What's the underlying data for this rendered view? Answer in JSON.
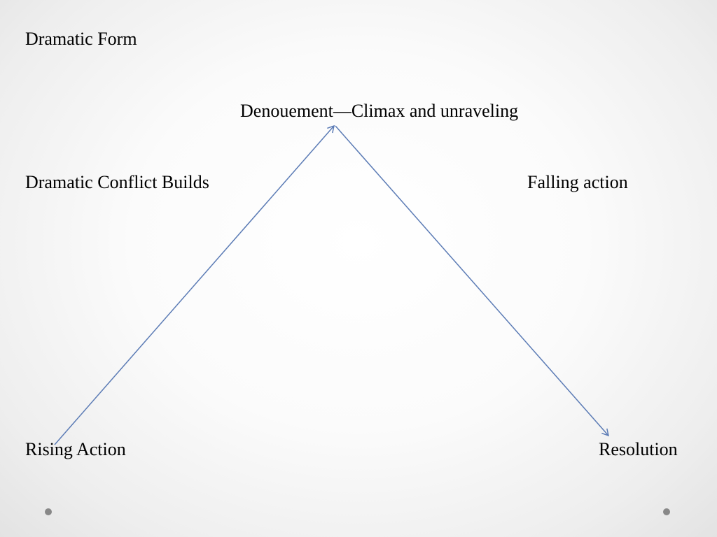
{
  "slide": {
    "title": "Dramatic Form",
    "climax_label": "Denouement—Climax and unraveling",
    "conflict_label": "Dramatic Conflict  Builds",
    "falling_label": "Falling action",
    "rising_label": "Rising Action",
    "resolution_label": "Resolution"
  },
  "colors": {
    "arrow": "#5b7bb5",
    "dot": "#888888"
  }
}
